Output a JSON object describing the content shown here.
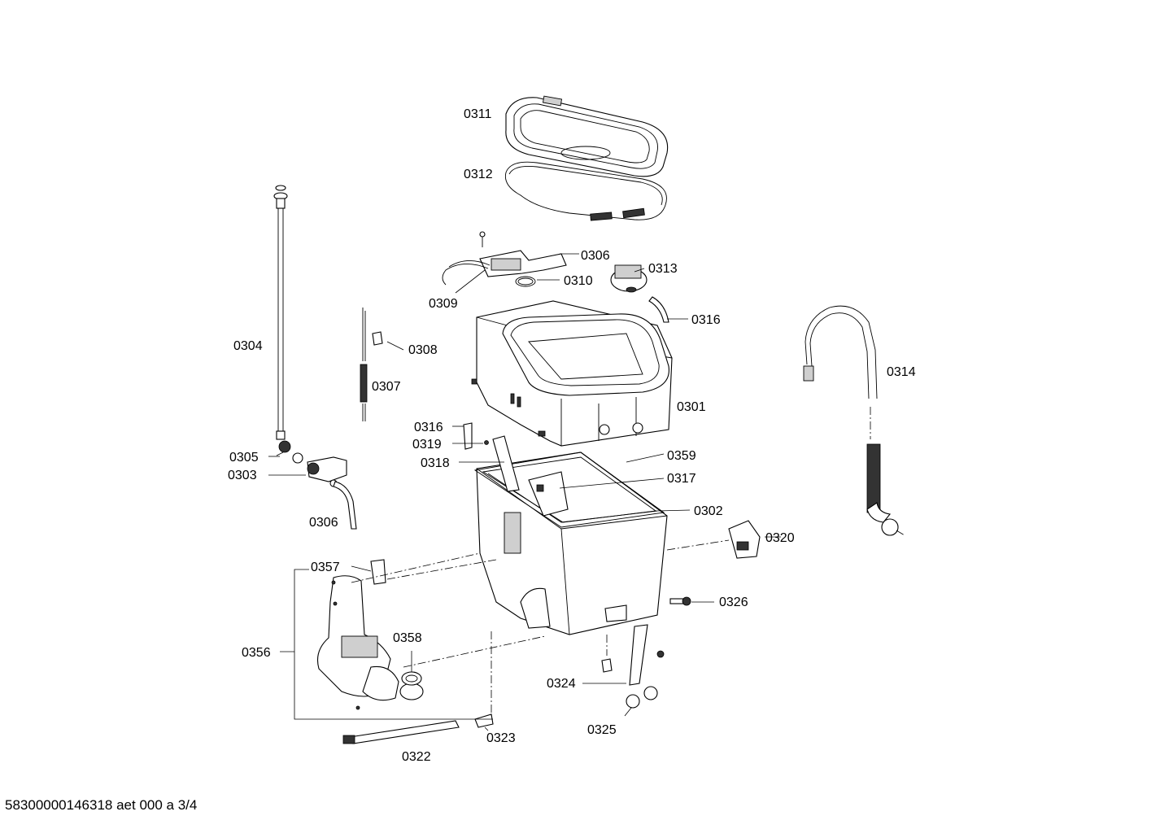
{
  "labels": {
    "p0311": "0311",
    "p0312": "0312",
    "p0306a": "0306",
    "p0313": "0313",
    "p0310": "0310",
    "p0309": "0309",
    "p0316a": "0316",
    "p0304": "0304",
    "p0308": "0308",
    "p0307": "0307",
    "p0301": "0301",
    "p0314": "0314",
    "p0316b": "0316",
    "p0319": "0319",
    "p0318": "0318",
    "p0359": "0359",
    "p0317": "0317",
    "p0305": "0305",
    "p0303": "0303",
    "p0302": "0302",
    "p0306b": "0306",
    "p0320": "0320",
    "p0357": "0357",
    "p0326": "0326",
    "p0358": "0358",
    "p0356": "0356",
    "p0324": "0324",
    "p0325": "0325",
    "p0323": "0323",
    "p0322": "0322"
  },
  "footer": "58300000146318 aet 000 a 3/4"
}
